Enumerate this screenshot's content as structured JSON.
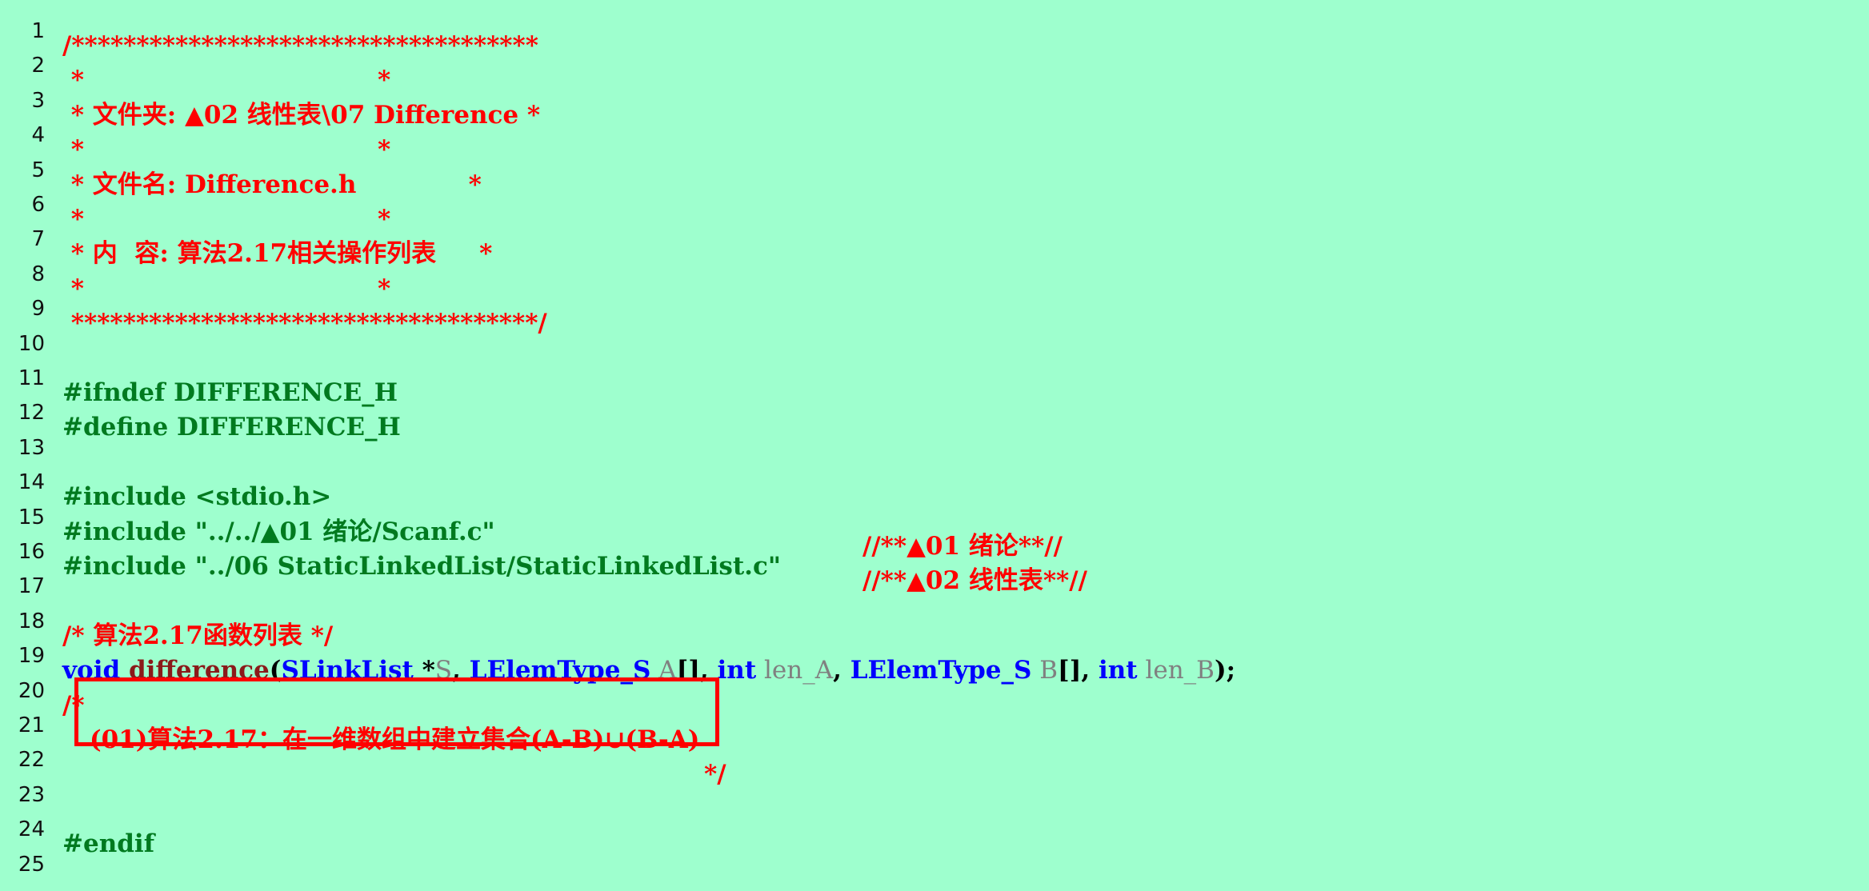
{
  "editor": {
    "background": "#9effce",
    "lines": [
      {
        "n": "1",
        "text": "/************************************"
      },
      {
        "n": "2",
        "text": " *                                  *"
      },
      {
        "n": "3",
        "text": " * 文件夹: ▲02 线性表\\07 Difference *"
      },
      {
        "n": "4",
        "text": " *                                  *"
      },
      {
        "n": "5",
        "text": " * 文件名: Difference.h             *"
      },
      {
        "n": "6",
        "text": " *                                  *"
      },
      {
        "n": "7",
        "text": " * 内  容: 算法2.17相关操作列表     *"
      },
      {
        "n": "8",
        "text": " *                                  *"
      },
      {
        "n": "9",
        "text": " ************************************/"
      },
      {
        "n": "10",
        "text": ""
      },
      {
        "n": "11",
        "text": "#ifndef DIFFERENCE_H"
      },
      {
        "n": "12",
        "text": "#define DIFFERENCE_H"
      },
      {
        "n": "13",
        "text": ""
      },
      {
        "n": "14",
        "text": "#include <stdio.h>"
      },
      {
        "n": "15",
        "text": "#include \"../../▲01 绪论/Scanf.c\"",
        "comment": "//**▲01 绪论**//"
      },
      {
        "n": "16",
        "text": "#include \"../06 StaticLinkedList/StaticLinkedList.c\"",
        "comment": "//**▲02 线性表**//"
      },
      {
        "n": "17",
        "text": ""
      },
      {
        "n": "18",
        "text": "/* 算法2.17函数列表 */"
      },
      {
        "n": "19",
        "text": ""
      },
      {
        "n": "20",
        "text": "/*"
      },
      {
        "n": "21",
        "text": "(01)算法2.17：在一维数组中建立集合(A-B)∪(B-A)"
      },
      {
        "n": "22",
        "text": "*/"
      },
      {
        "n": "23",
        "text": ""
      },
      {
        "n": "24",
        "text": "#endif"
      },
      {
        "n": "25",
        "text": ""
      }
    ],
    "line19": {
      "kw_void": "void",
      "func": "difference",
      "paren_open": "(",
      "type1": "SLinkList",
      "star": " *",
      "p1": "S",
      "comma1": ", ",
      "type2": "LElemType_S",
      "p2": " A",
      "br1": "[], ",
      "kw_int1": "int",
      "p3": " len_A",
      "comma3": ", ",
      "type3": "LElemType_S",
      "p4": " B",
      "br2": "[], ",
      "kw_int2": "int",
      "p5": " len_B",
      "end": ");"
    }
  }
}
